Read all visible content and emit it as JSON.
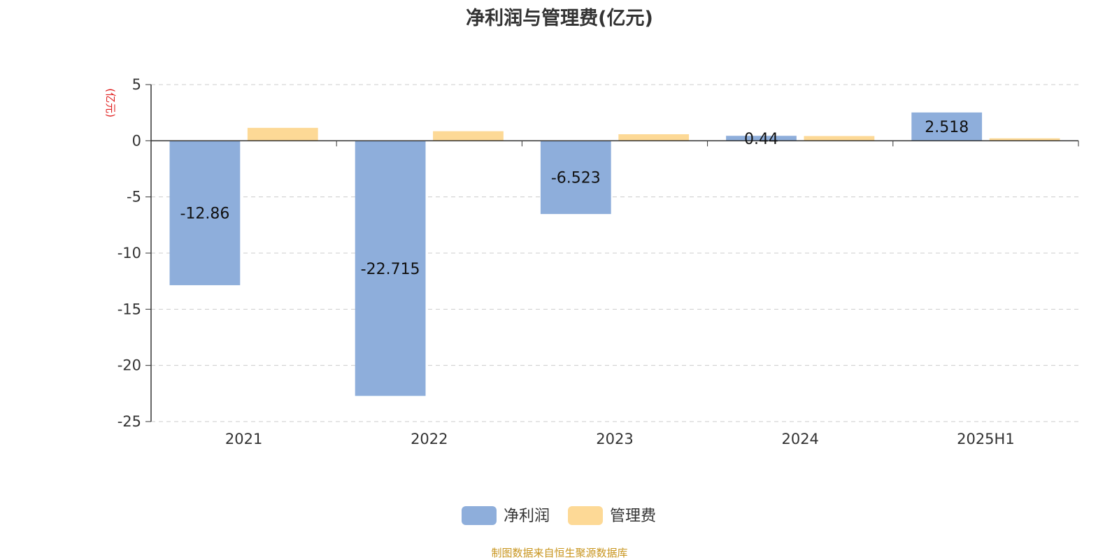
{
  "colors": {
    "net_profit": "#8eaedb",
    "admin_fee": "#fdd996",
    "axis": "#333333",
    "grid": "#cccccc",
    "unit_label": "#e02020",
    "text": "#333333",
    "source": "#c8951e"
  },
  "source_note": "制图数据来自恒生聚源数据库",
  "chart_data": {
    "type": "bar",
    "title": "净利润与管理费(亿元)",
    "ylabel": "(亿元)",
    "xlabel": "",
    "ylim": [
      -25,
      5
    ],
    "yticks": [
      5,
      0,
      -5,
      -10,
      -15,
      -20,
      -25
    ],
    "grid": true,
    "legend_position": "bottom-center",
    "categories": [
      "2021",
      "2022",
      "2023",
      "2024",
      "2025H1"
    ],
    "series": [
      {
        "name": "净利润",
        "values": [
          -12.86,
          -22.715,
          -6.523,
          0.44,
          2.518
        ],
        "labels": [
          "-12.86",
          "-22.715",
          "-6.523",
          "0.44",
          "2.518"
        ],
        "color_key": "net_profit"
      },
      {
        "name": "管理费",
        "values": [
          1.15,
          0.85,
          0.58,
          0.42,
          0.22
        ],
        "labels": null,
        "color_key": "admin_fee"
      }
    ]
  }
}
